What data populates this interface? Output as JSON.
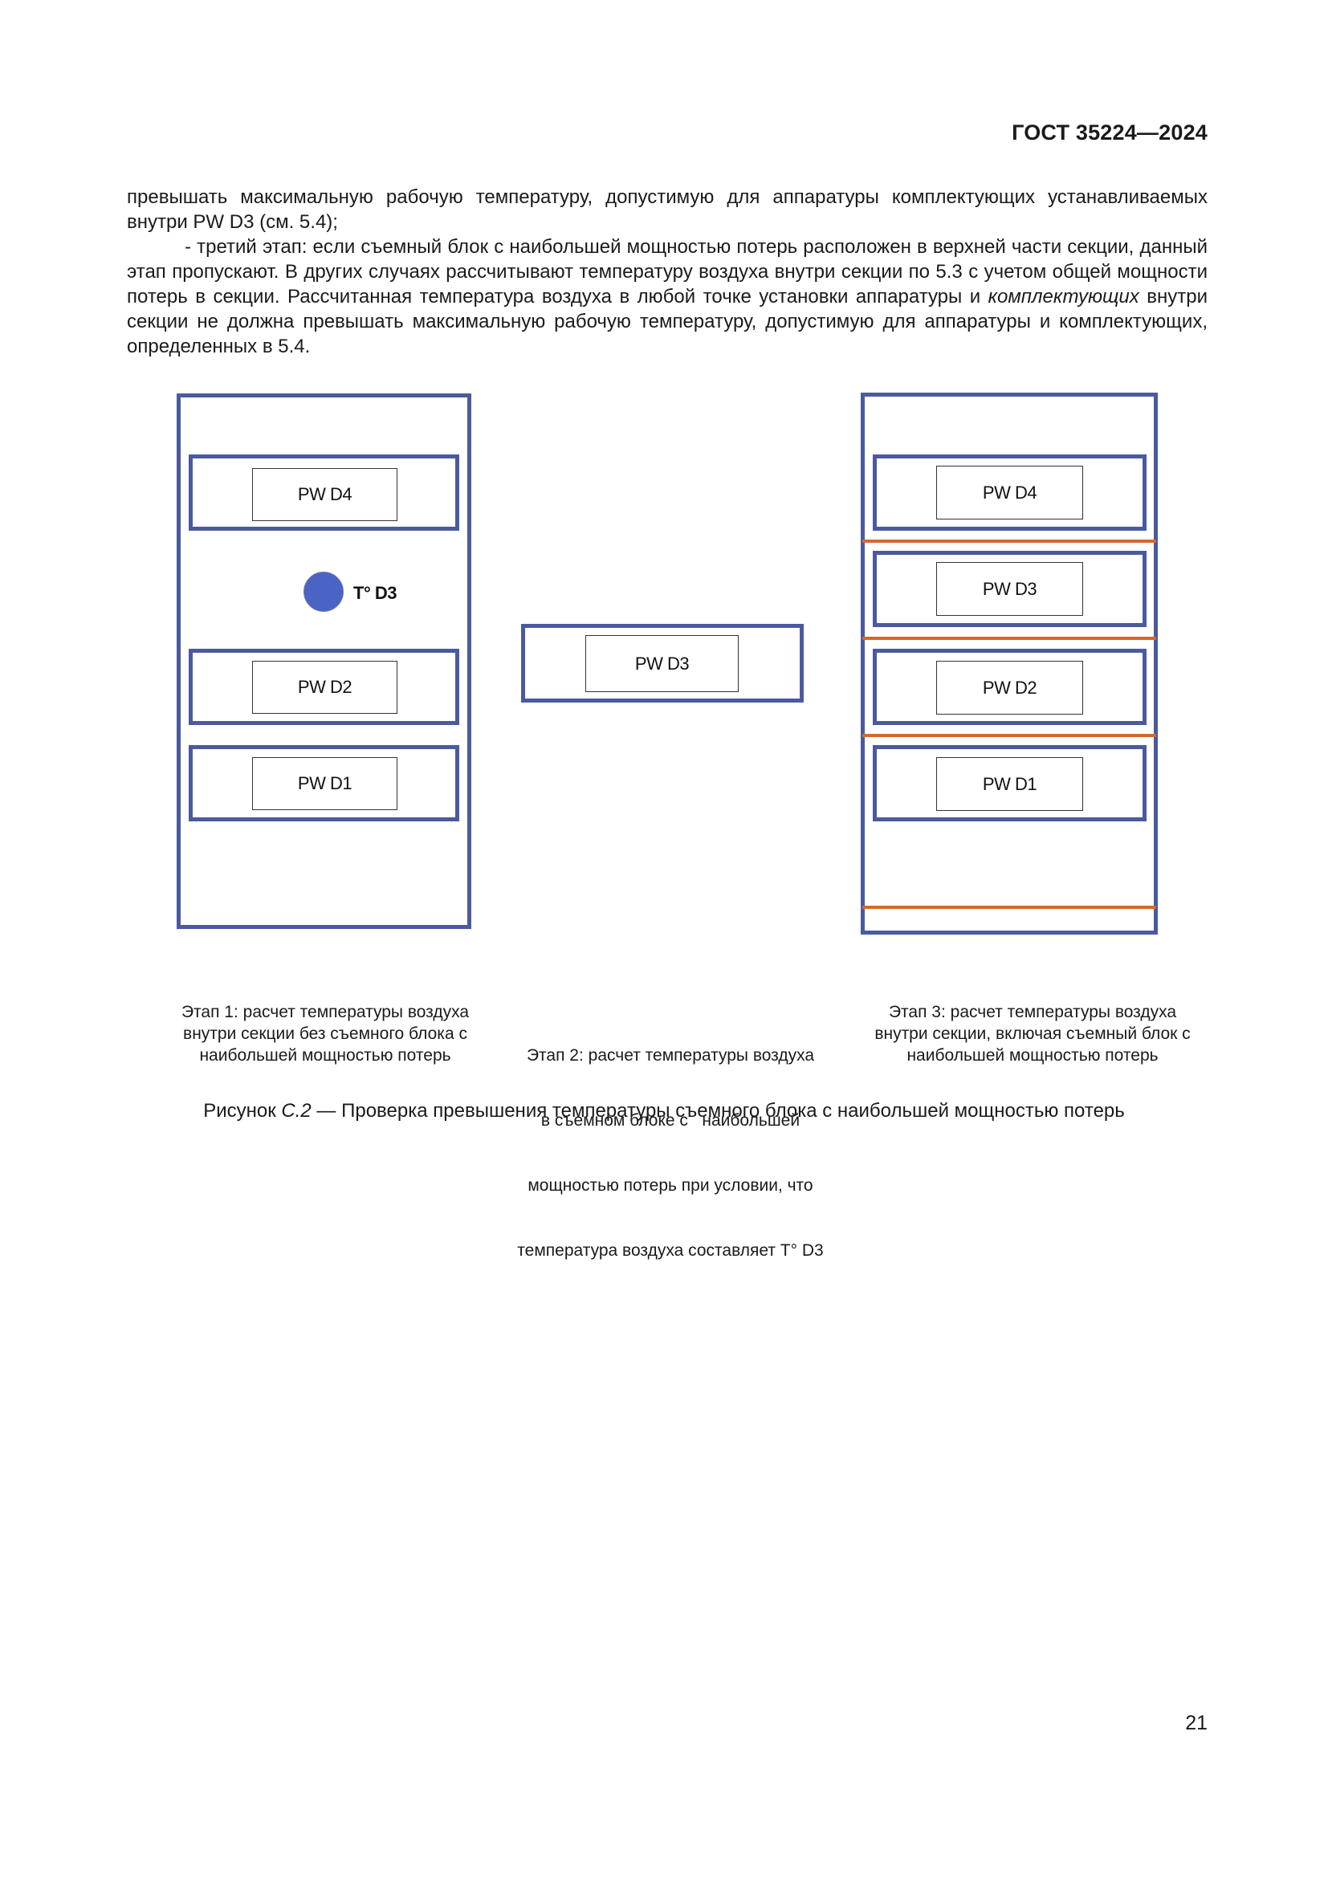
{
  "header": {
    "standard": "ГОСТ 35224—2024"
  },
  "body": {
    "p1": "превышать максимальную рабочую температуру, допустимую для аппаратуры комплектующих устанавливаемых внутри PW D3 (см. 5.4);",
    "p2_start": "- третий этап: если съемный блок с наибольшей мощностью потерь расположен в верхней части секции, данный этап пропускают. В других случаях рассчитывают температуру воздуха внутри секции по 5.3 с учетом общей мощности потерь в секции. Рассчитанная температура воздуха в любой точке установки аппаратуры и ",
    "p2_italic": "комплектующих",
    "p2_end": " внутри секции не должна превышать максимальную рабочую температуру, допустимую для аппаратуры и комплектующих, определенных в 5.4."
  },
  "figure": {
    "stage1": {
      "units": [
        "PW D4",
        "PW D2",
        "PW D1"
      ],
      "temperature_label": "T° D3",
      "caption": [
        "Этап 1: расчет температуры воздуха",
        "внутри секции без съемного блока с",
        "наибольшей мощностью потерь"
      ]
    },
    "stage2": {
      "unit": "PW D3",
      "caption": [
        "Этап 2: расчет температуры воздуха",
        "в съемном блоке с   наибольшей",
        "мощностью потерь при условии, что",
        "температура воздуха составляет T° D3"
      ]
    },
    "stage3": {
      "units": [
        "PW D4",
        "PW D3",
        "PW D2",
        "PW D1"
      ],
      "caption": [
        "Этап 3: расчет температуры воздуха",
        "внутри секции, включая съемный блок с",
        "наибольшей мощностью потерь"
      ]
    },
    "title_prefix": "Рисунок ",
    "title_number": "C.2",
    "title_text": " — Проверка превышения температуры съемного блока с наибольшей мощностью потерь",
    "colors": {
      "frame": "#4b5a9e",
      "separator": "#d26a2e",
      "sensor": "#4c63c6"
    }
  },
  "page_number": "21"
}
